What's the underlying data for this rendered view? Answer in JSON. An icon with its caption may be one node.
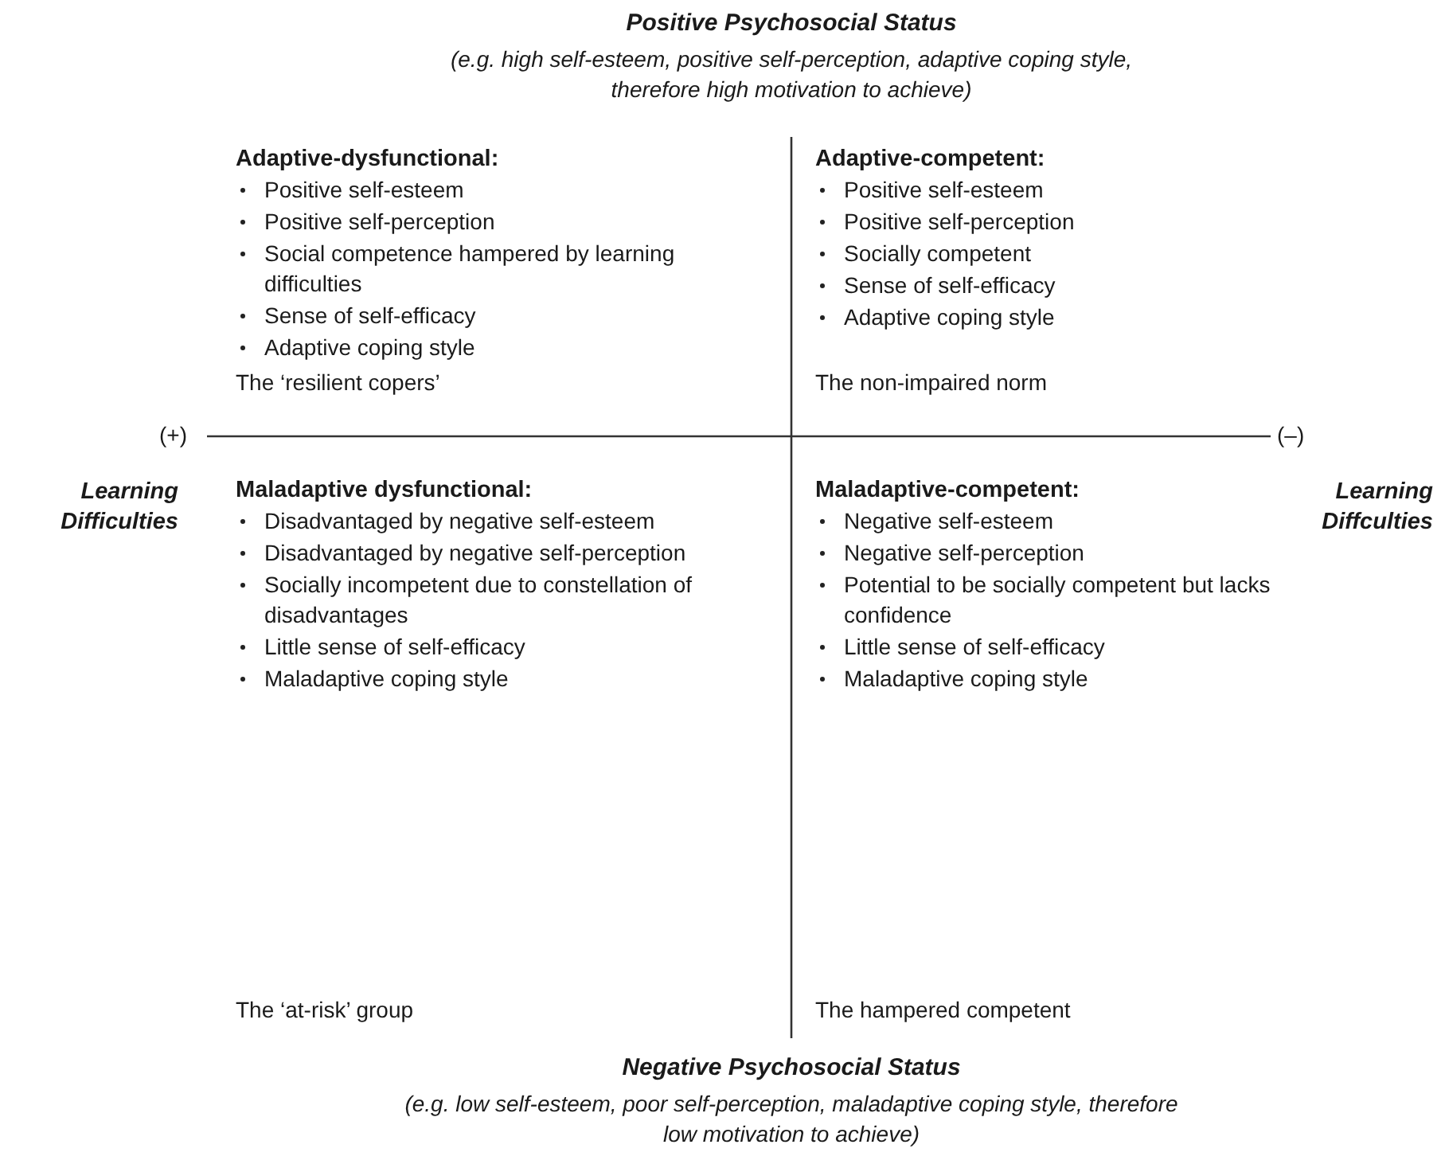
{
  "diagram": {
    "labels": [
      "Positive Psychosocial Status",
      "(e.g. high self-esteem, positive self-perception, adaptive coping style, therefore high motivation to achieve)",
      "Adaptive-dysfunctional:",
      "Positive self-esteem",
      "Positive self-perception",
      "Social competence hampered by learning difficulties",
      "Sense of self-efficacy",
      "Adaptive coping style",
      "The ‘resilient copers’",
      "Adaptive-competent:",
      "Positive self-esteem",
      "Positive self-perception",
      "Socially competent",
      "Sense of self-efficacy",
      "Adaptive coping style",
      "The non-impaired norm",
      "(+)",
      "(–)",
      "Learning Difficulties",
      "Maladaptive dysfunctional:",
      "Disadvantaged by negative self-esteem",
      "Disadvantaged by negative self-perception",
      "Socially incompetent due to constellation of disadvantages",
      "Little sense of self-efficacy",
      "Maladaptive coping style",
      "The ‘at-risk’ group",
      "Maladaptive-competent:",
      "Negative self-esteem",
      "Negative self-perception",
      "Potential to be socially competent but lacks confidence",
      "Little sense of self-efficacy",
      "Maladaptive coping style",
      "The hampered competent",
      "Learning Diffculties",
      "Negative Psychosocial Status",
      "(e.g. low self-esteem, poor self-perception, maladaptive coping style, therefore low motivation to achieve)"
    ]
  }
}
